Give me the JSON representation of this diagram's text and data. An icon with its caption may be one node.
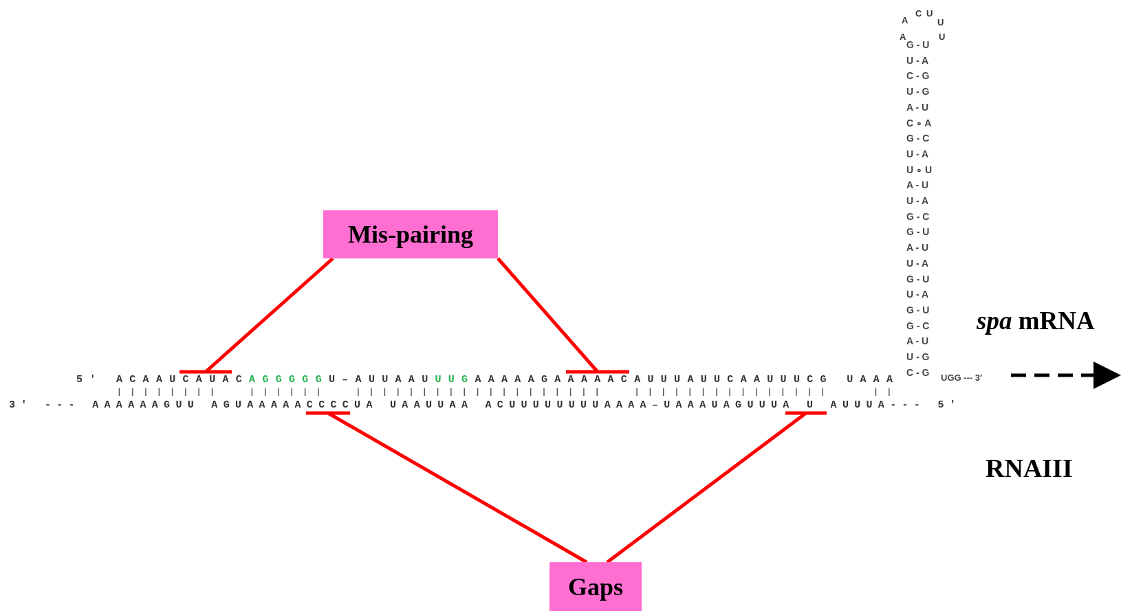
{
  "diagram": {
    "nodes": [
      {
        "text": [
          "Mis-pairing"
        ]
      },
      {
        "text": [
          "5′ ACAAUCAUACAGGGGGU–AUUAAUUUGAAAAAGAAAAACAUUUAUUCAAUUUCG UAAA"
        ]
      },
      {
        "text": [
          "3′ --- AAAAAAGUU AGUAAAAACCCCUA UAAUUAA ACUUUUUUUUAAAA–UAAAUAGUUUA U AUUUA--- 5′"
        ]
      },
      {
        "text": [
          "Gaps"
        ]
      }
    ],
    "edges": [
      {
        "from": 0,
        "to": 1,
        "arrow": "other",
        "color": "#ff0000"
      },
      {
        "from": 0,
        "to": 1,
        "arrow": "other",
        "color": "#ff0000"
      },
      {
        "from": 3,
        "to": 2,
        "arrow": "other",
        "color": "#ff0000"
      },
      {
        "from": 3,
        "to": 2,
        "arrow": "other",
        "color": "#ff0000"
      }
    ],
    "labels": [
      "A",
      "A",
      "C",
      "U",
      "U",
      "U",
      "G - U",
      "U - A",
      "C - G",
      "U - G",
      "A - U",
      "C ∘ A",
      "G - C",
      "U - A",
      "U ∘ U",
      "A - U",
      "U - A",
      "G - C",
      "G - U",
      "A - U",
      "U - A",
      "G - U",
      "U - A",
      "G - U",
      "G - C",
      "A - U",
      "U - G",
      "C - G",
      "*spa* mRNA",
      "UGG --- 3′",
      "RNAIII"
    ]
  }
}
